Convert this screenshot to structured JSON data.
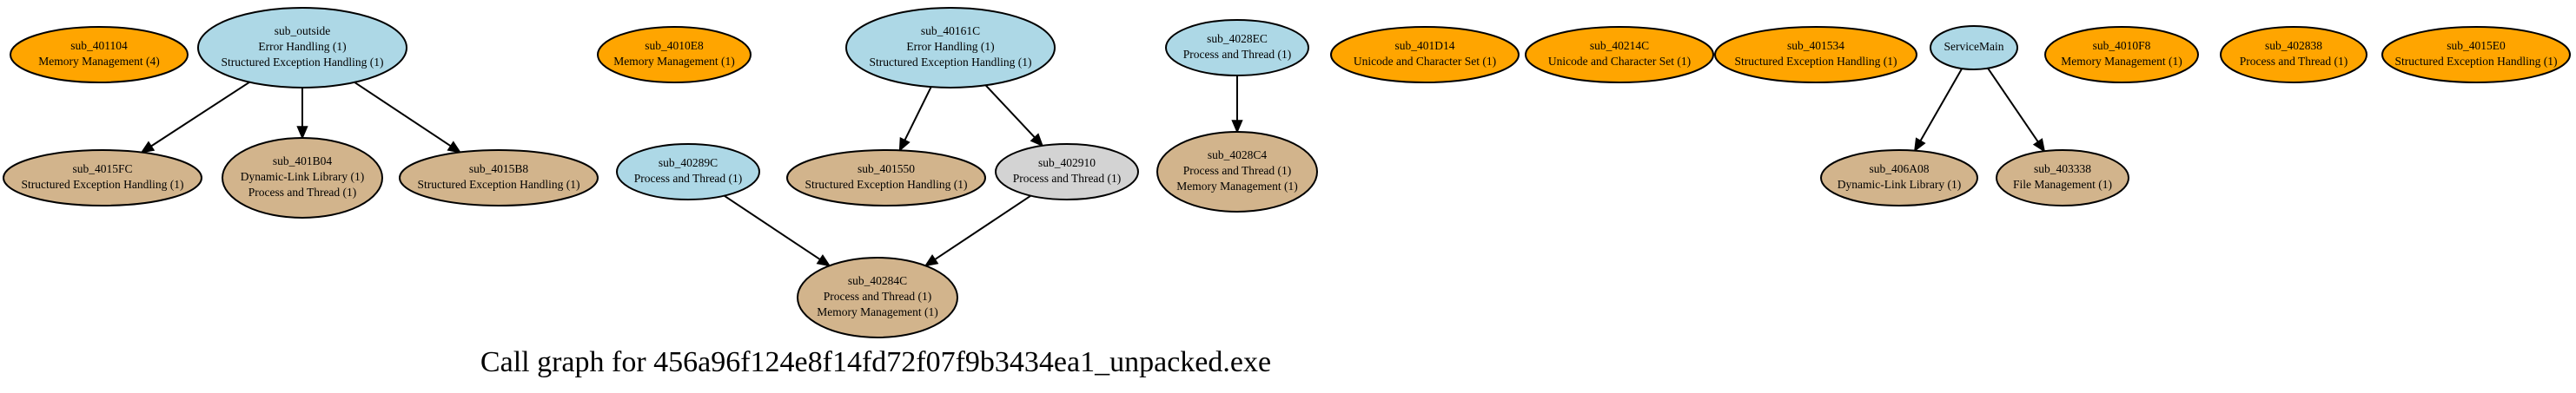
{
  "graph": {
    "title": "Call graph for 456a96f124e8f14fd72f07f9b3434ea1_unpacked.exe",
    "colors": {
      "entry": "#add8e6",
      "leaf_api": "#ffa500",
      "internal": "#d2b48c",
      "other": "#d3d3d3",
      "stroke": "#000000"
    },
    "nodes": [
      {
        "id": "sub_401104",
        "kind": "leaf_api",
        "lines": [
          "sub_401104",
          "Memory Management (4)"
        ]
      },
      {
        "id": "sub_outside",
        "kind": "entry",
        "lines": [
          "sub_outside",
          "Error Handling (1)",
          "Structured Exception Handling (1)"
        ]
      },
      {
        "id": "sub_4010E8",
        "kind": "leaf_api",
        "lines": [
          "sub_4010E8",
          "Memory Management (1)"
        ]
      },
      {
        "id": "sub_40161C",
        "kind": "entry",
        "lines": [
          "sub_40161C",
          "Error Handling (1)",
          "Structured Exception Handling (1)"
        ]
      },
      {
        "id": "sub_4028EC",
        "kind": "entry",
        "lines": [
          "sub_4028EC",
          "Process and Thread (1)"
        ]
      },
      {
        "id": "sub_401D14",
        "kind": "leaf_api",
        "lines": [
          "sub_401D14",
          "Unicode and Character Set (1)"
        ]
      },
      {
        "id": "sub_40214C",
        "kind": "leaf_api",
        "lines": [
          "sub_40214C",
          "Unicode and Character Set (1)"
        ]
      },
      {
        "id": "sub_401534",
        "kind": "leaf_api",
        "lines": [
          "sub_401534",
          "Structured Exception Handling (1)"
        ]
      },
      {
        "id": "ServiceMain",
        "kind": "entry",
        "lines": [
          "ServiceMain"
        ]
      },
      {
        "id": "sub_4010F8",
        "kind": "leaf_api",
        "lines": [
          "sub_4010F8",
          "Memory Management (1)"
        ]
      },
      {
        "id": "sub_402838",
        "kind": "leaf_api",
        "lines": [
          "sub_402838",
          "Process and Thread (1)"
        ]
      },
      {
        "id": "sub_4015E0",
        "kind": "leaf_api",
        "lines": [
          "sub_4015E0",
          "Structured Exception Handling (1)"
        ]
      },
      {
        "id": "sub_4015FC",
        "kind": "internal",
        "lines": [
          "sub_4015FC",
          "Structured Exception Handling (1)"
        ]
      },
      {
        "id": "sub_401B04",
        "kind": "internal",
        "lines": [
          "sub_401B04",
          "Dynamic-Link Library (1)",
          "Process and Thread (1)"
        ]
      },
      {
        "id": "sub_4015B8",
        "kind": "internal",
        "lines": [
          "sub_4015B8",
          "Structured Exception Handling (1)"
        ]
      },
      {
        "id": "sub_40289C",
        "kind": "entry",
        "lines": [
          "sub_40289C",
          "Process and Thread (1)"
        ]
      },
      {
        "id": "sub_401550",
        "kind": "internal",
        "lines": [
          "sub_401550",
          "Structured Exception Handling (1)"
        ]
      },
      {
        "id": "sub_402910",
        "kind": "other",
        "lines": [
          "sub_402910",
          "Process and Thread (1)"
        ]
      },
      {
        "id": "sub_4028C4",
        "kind": "internal",
        "lines": [
          "sub_4028C4",
          "Process and Thread (1)",
          "Memory Management (1)"
        ]
      },
      {
        "id": "sub_406A08",
        "kind": "internal",
        "lines": [
          "sub_406A08",
          "Dynamic-Link Library (1)"
        ]
      },
      {
        "id": "sub_403338",
        "kind": "internal",
        "lines": [
          "sub_403338",
          "File Management (1)"
        ]
      },
      {
        "id": "sub_40284C",
        "kind": "internal",
        "lines": [
          "sub_40284C",
          "Process and Thread (1)",
          "Memory Management (1)"
        ]
      }
    ],
    "edges": [
      {
        "from": "sub_outside",
        "to": "sub_4015FC"
      },
      {
        "from": "sub_outside",
        "to": "sub_401B04"
      },
      {
        "from": "sub_outside",
        "to": "sub_4015B8"
      },
      {
        "from": "sub_40161C",
        "to": "sub_401550"
      },
      {
        "from": "sub_40161C",
        "to": "sub_402910"
      },
      {
        "from": "sub_4028EC",
        "to": "sub_4028C4"
      },
      {
        "from": "ServiceMain",
        "to": "sub_406A08"
      },
      {
        "from": "ServiceMain",
        "to": "sub_403338"
      },
      {
        "from": "sub_40289C",
        "to": "sub_40284C"
      },
      {
        "from": "sub_402910",
        "to": "sub_40284C"
      }
    ]
  }
}
